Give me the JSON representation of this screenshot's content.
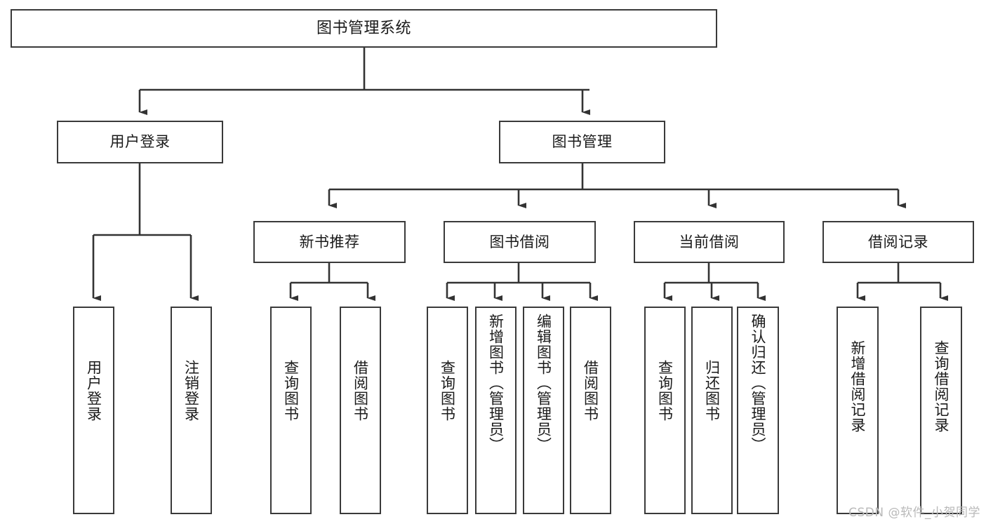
{
  "diagram": {
    "title": "图书管理系统",
    "type": "tree",
    "watermark": "CSDN @软件_小贺同学",
    "colors": {
      "box_border": "#3a3a3a",
      "box_fill": "#ffffff",
      "connector": "#333333",
      "text": "#1a1a1a",
      "watermark": "#b9b9b9"
    },
    "root": {
      "label": "图书管理系统"
    },
    "level1": [
      {
        "label": "用户登录"
      },
      {
        "label": "图书管理"
      }
    ],
    "level2": [
      {
        "label": "新书推荐"
      },
      {
        "label": "图书借阅"
      },
      {
        "label": "当前借阅"
      },
      {
        "label": "借阅记录"
      }
    ],
    "leaves": {
      "user_login": [
        {
          "label": "用户登录"
        },
        {
          "label": "注销登录"
        }
      ],
      "new_book_recommend": [
        {
          "label": "查询图书"
        },
        {
          "label": "借阅图书"
        }
      ],
      "book_borrow": [
        {
          "label": "查询图书"
        },
        {
          "label": "新增图书（管理员）"
        },
        {
          "label": "编辑图书（管理员）"
        },
        {
          "label": "借阅图书"
        }
      ],
      "current_borrow": [
        {
          "label": "查询图书"
        },
        {
          "label": "归还图书"
        },
        {
          "label": "确认归还（管理员）"
        }
      ],
      "borrow_record": [
        {
          "label": "新增借阅记录"
        },
        {
          "label": "查询借阅记录"
        }
      ]
    }
  }
}
